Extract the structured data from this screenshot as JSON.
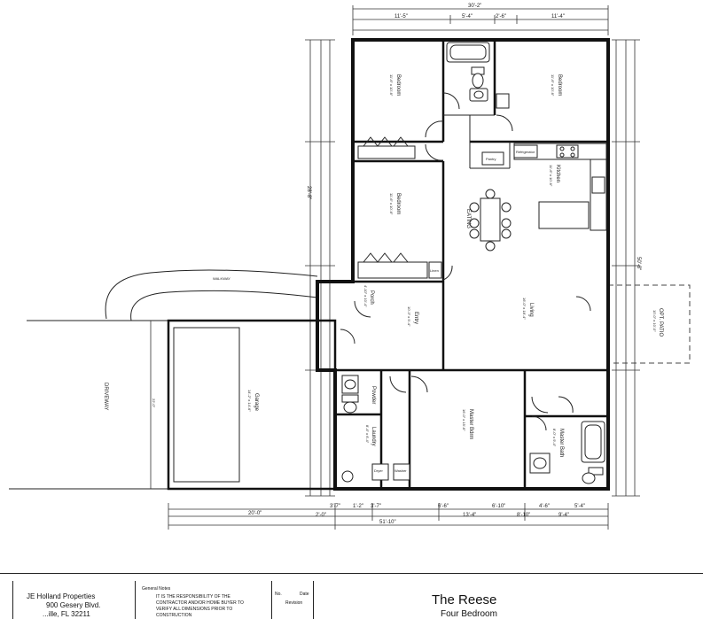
{
  "rooms": {
    "bedroom_nw": {
      "name": "Bedroom",
      "size": "11'-6\" x 10'-6\""
    },
    "bedroom_ne": {
      "name": "Bedroom",
      "size": "11'-6\" x 10'-6\""
    },
    "bedroom_w": {
      "name": "Bedroom",
      "size": "11'-6\" x 10'-6\""
    },
    "kitchen": {
      "name": "Kitchen",
      "size": "11'-6\" x 10'-6\""
    },
    "eating": {
      "name": "EATING"
    },
    "living": {
      "name": "Living",
      "size": "16'-0\" x 18'-4\""
    },
    "entry": {
      "name": "Entry",
      "size": "10'-3\" x 9'-4\""
    },
    "porch": {
      "name": "Porch",
      "size": "4'-10\" x 10'-4\""
    },
    "garage": {
      "name": "Garage",
      "size": "14'-2\" x 14'-6\""
    },
    "laundry": {
      "name": "Laundry",
      "size": "8'-4\" x 6'-4\""
    },
    "powder": {
      "name": "Powder"
    },
    "master_bdrm": {
      "name": "Master Bdrm",
      "size": "16'-0\" x 15'-6\""
    },
    "master_bath": {
      "name": "Master Bath",
      "size": "8'-0\" x 9'-4\""
    },
    "opt_patio": {
      "name": "OPT. PATIO",
      "size": "10'-0\" x 10'-0\""
    }
  },
  "labels": {
    "walkway": "WALKWAY",
    "driveway": "DRIVEWAY",
    "refrigerator": "Refrigerator",
    "pantry": "Pantry",
    "linen": "Linen",
    "dryer": "Dryer",
    "washer": "Washer"
  },
  "dimensions": {
    "top_total": "30'-2\"",
    "top_segments": [
      "11'-5\"",
      "5'-4\"",
      "2'-6\"",
      "11'-4\""
    ],
    "bottom_garage": "20'-0\"",
    "bottom_segments": [
      "3'-7\"",
      "1'-2\"",
      "3'-7\"",
      "6'-6\"",
      "6'-10\"",
      "4'-6\"",
      "5'-4\""
    ],
    "bottom_segments2": [
      "2'-0\"",
      "13'-4\"",
      "8'-10\"",
      "9'-4\""
    ],
    "bottom_total": "51'-10\"",
    "left_overall": "28'-8\"",
    "right_overall": "50'-8\"",
    "driveway_dim": "22'-0\""
  },
  "title_block": {
    "company": "JE Holland Properties",
    "address1": "900 Gesery Blvd.",
    "address2": "...ille, FL 32211",
    "notes_title": "General Notes",
    "notes_line1": "IT IS THE RESPONSIBILITY OF THE",
    "notes_line2": "CONTRACTOR AND/OR HOME BUYER TO",
    "notes_line3": "VERIFY ALL DIMENSIONS PRIOR TO",
    "notes_line4": "CONSTRUCTION",
    "col_a": "No.",
    "col_b": "Revision",
    "col_c": "Date",
    "plan_name": "The Reese",
    "plan_subtitle": "Four Bedroom"
  }
}
